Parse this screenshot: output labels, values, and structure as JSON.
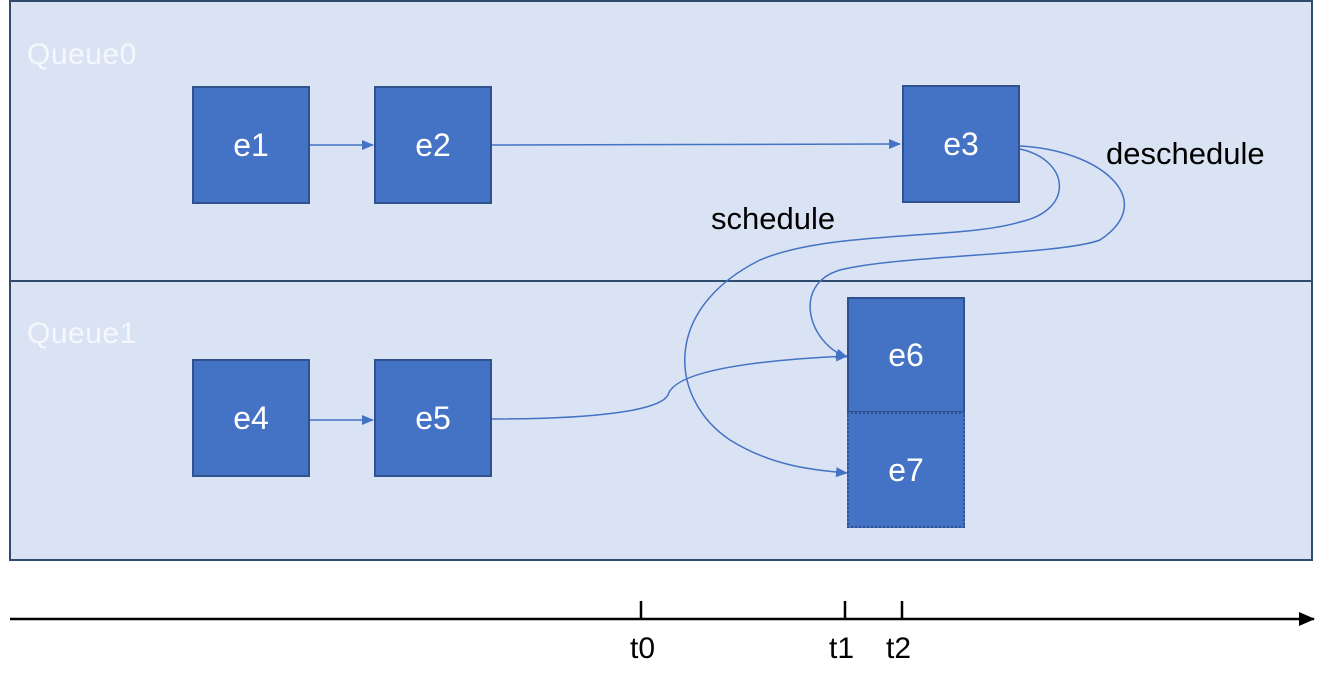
{
  "queues": [
    {
      "label": "Queue0"
    },
    {
      "label": "Queue1"
    }
  ],
  "events": {
    "e1": "e1",
    "e2": "e2",
    "e3": "e3",
    "e4": "e4",
    "e5": "e5",
    "e6": "e6",
    "e7": "e7"
  },
  "edge_labels": {
    "deschedule": "deschedule",
    "schedule": "schedule"
  },
  "timeline": {
    "ticks": [
      "t0",
      "t1",
      "t2"
    ]
  },
  "colors": {
    "queue_fill": "#dae3f3",
    "queue_border": "#2f4b6e",
    "node_fill": "#4472c4",
    "arrow": "#4472c4"
  }
}
